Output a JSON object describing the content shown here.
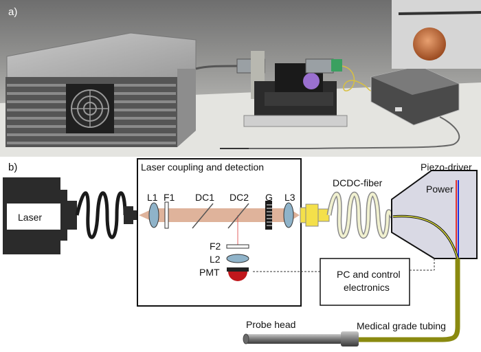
{
  "panels": {
    "a": "a)",
    "b": "b)"
  },
  "photo": {
    "description_icon": "photograph-of-setup"
  },
  "labels": {
    "laser": "Laser",
    "coupling_box": "Laser coupling and detection",
    "l1": "L1",
    "f1": "F1",
    "dc1": "DC1",
    "dc2": "DC2",
    "g": "G",
    "l3": "L3",
    "f2": "F2",
    "l2": "L2",
    "pmt": "PMT",
    "fiber": "DCDC-fiber",
    "piezo": "Piezo-driver",
    "power": "Power",
    "pc_line1": "PC and control",
    "pc_line2": "electronics",
    "probe": "Probe head",
    "tubing": "Medical grade tubing"
  },
  "colors": {
    "beam": "#d9a68a",
    "lens": "#8fb3c9",
    "pmt": "#c0181c",
    "fiber": "#c8c8a0",
    "tubing": "#8a8a10",
    "power_red": "#e03030",
    "power_blue": "#2030e0"
  }
}
